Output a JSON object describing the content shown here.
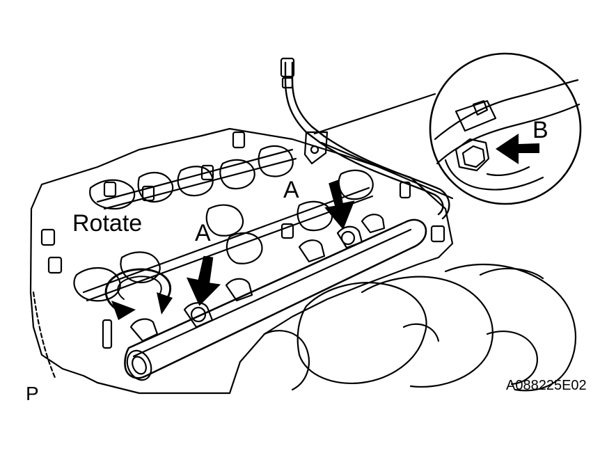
{
  "labels": {
    "rotate": "Rotate",
    "a_left": "A",
    "a_right": "A",
    "b": "B",
    "figure_code": "A088225E02",
    "corner_mark": "P"
  },
  "colors": {
    "line": "#000000",
    "background": "#ffffff"
  },
  "icons": [
    "arrow-down-icon",
    "arrow-left-icon",
    "rotate-arrow-icon"
  ]
}
